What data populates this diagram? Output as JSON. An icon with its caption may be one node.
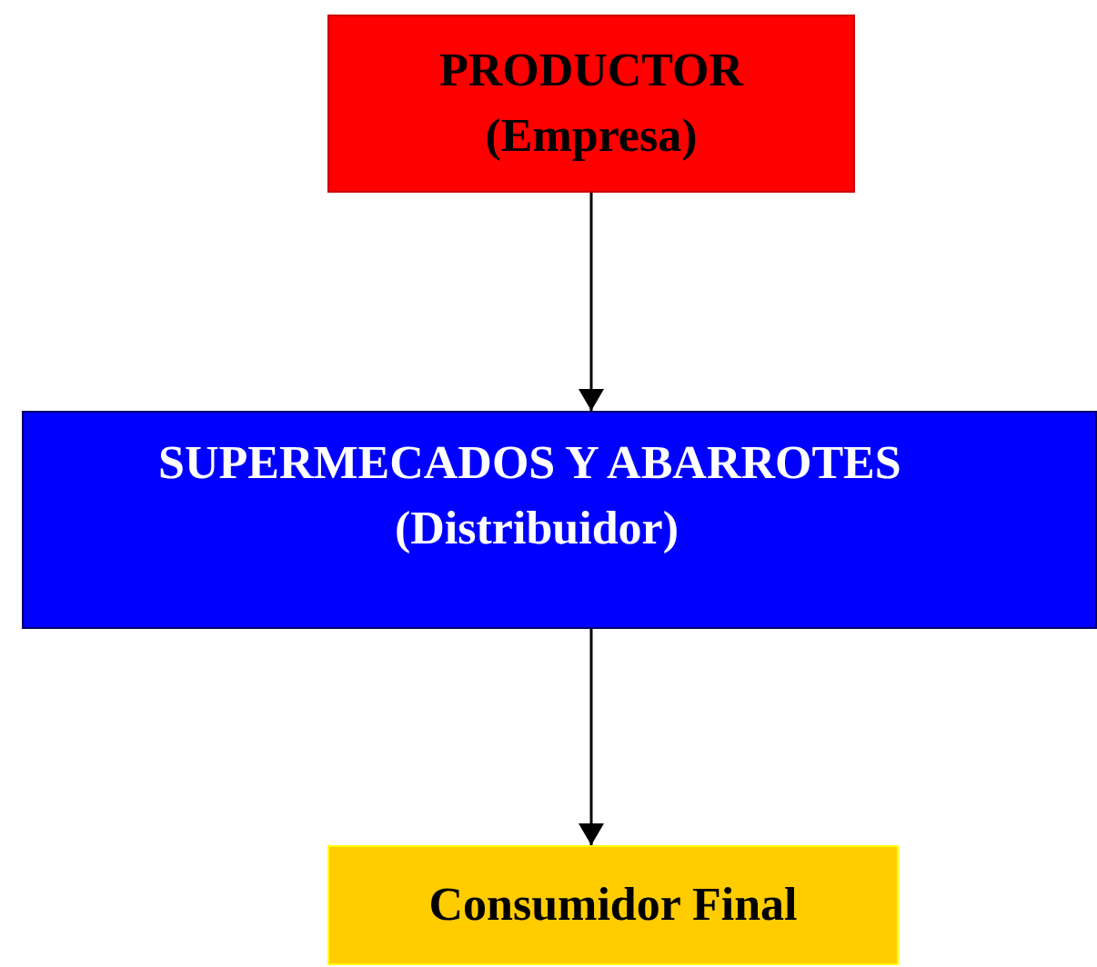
{
  "diagram": {
    "nodes": [
      {
        "text": [
          "PRODUCTOR",
          "(Empresa)"
        ]
      },
      {
        "text": [
          "SUPERMECADOS Y ABARROTES",
          "(Distribuidor)"
        ]
      },
      {
        "text": [
          "Consumidor Final"
        ]
      }
    ],
    "edges": [
      {
        "from": 0,
        "to": 1,
        "arrow": "to"
      },
      {
        "from": 1,
        "to": 2,
        "arrow": "to"
      }
    ]
  }
}
